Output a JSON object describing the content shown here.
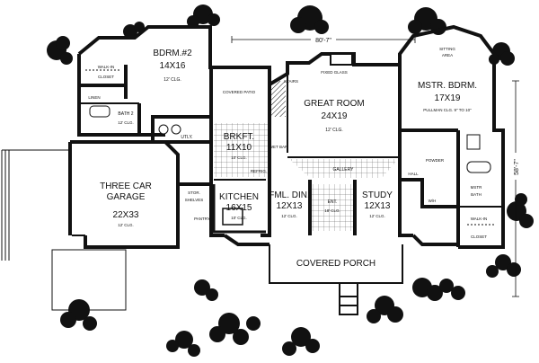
{
  "overall_width": "80'-7\"",
  "overall_depth": "58'-7\"",
  "rooms": {
    "bedroom2": {
      "name": "BDRM.#2",
      "size": "14X16",
      "ceiling": "12' CLG."
    },
    "walkin_closet_left": {
      "name": "WALK-IN",
      "sub": "CLOSET"
    },
    "bath2": {
      "name": "BATH 2",
      "ceiling": "12' CLG."
    },
    "linen": {
      "name": "LINEN"
    },
    "covered_patio": {
      "name": "COVERED PATIO"
    },
    "stairs": {
      "name": "STAIRS"
    },
    "great_room": {
      "name": "GREAT ROOM",
      "size": "24X19",
      "ceiling": "12' CLG."
    },
    "sitting_area": {
      "name": "SITTING",
      "sub": "AREA"
    },
    "master_bedroom": {
      "name": "MSTR. BDRM.",
      "size": "17X19",
      "ceiling": "PULLMAN CLG. 9\" TO 10\""
    },
    "utility": {
      "name": "UTLY."
    },
    "breakfast": {
      "name": "BRKFT.",
      "size": "11X10",
      "ceiling": "10' CLG."
    },
    "gallery": {
      "name": "GALLERY"
    },
    "hall": {
      "name": "HALL"
    },
    "powder": {
      "name": "POWDER"
    },
    "master_bath": {
      "name": "MSTR",
      "sub": "BATH"
    },
    "garage": {
      "name": "THREE CAR",
      "sub": "GARAGE",
      "size": "22X33",
      "ceiling": "12' CLG."
    },
    "storage": {
      "name": "STOR.",
      "sub": "SHELVES"
    },
    "kitchen": {
      "name": "KITCHEN",
      "size": "16X15",
      "ceiling": "10' CLG."
    },
    "family_dining": {
      "name": "FML. DIN.",
      "size": "12X13",
      "ceiling": "12' CLG."
    },
    "entry": {
      "name": "ENT.",
      "ceiling": "18' CLG."
    },
    "study": {
      "name": "STUDY",
      "size": "12X13",
      "ceiling": "12' CLG."
    },
    "walkin_closet_master": {
      "name": "WALK-IN",
      "sub": "CLOSET"
    },
    "covered_porch": {
      "name": "COVERED PORCH"
    }
  },
  "small_labels": {
    "wet_bar": "WET BAR",
    "fixed_glass": "FIXED GLASS",
    "refrig": "REFRIG.",
    "pantry": "PANTRY",
    "wh": "W/H"
  }
}
